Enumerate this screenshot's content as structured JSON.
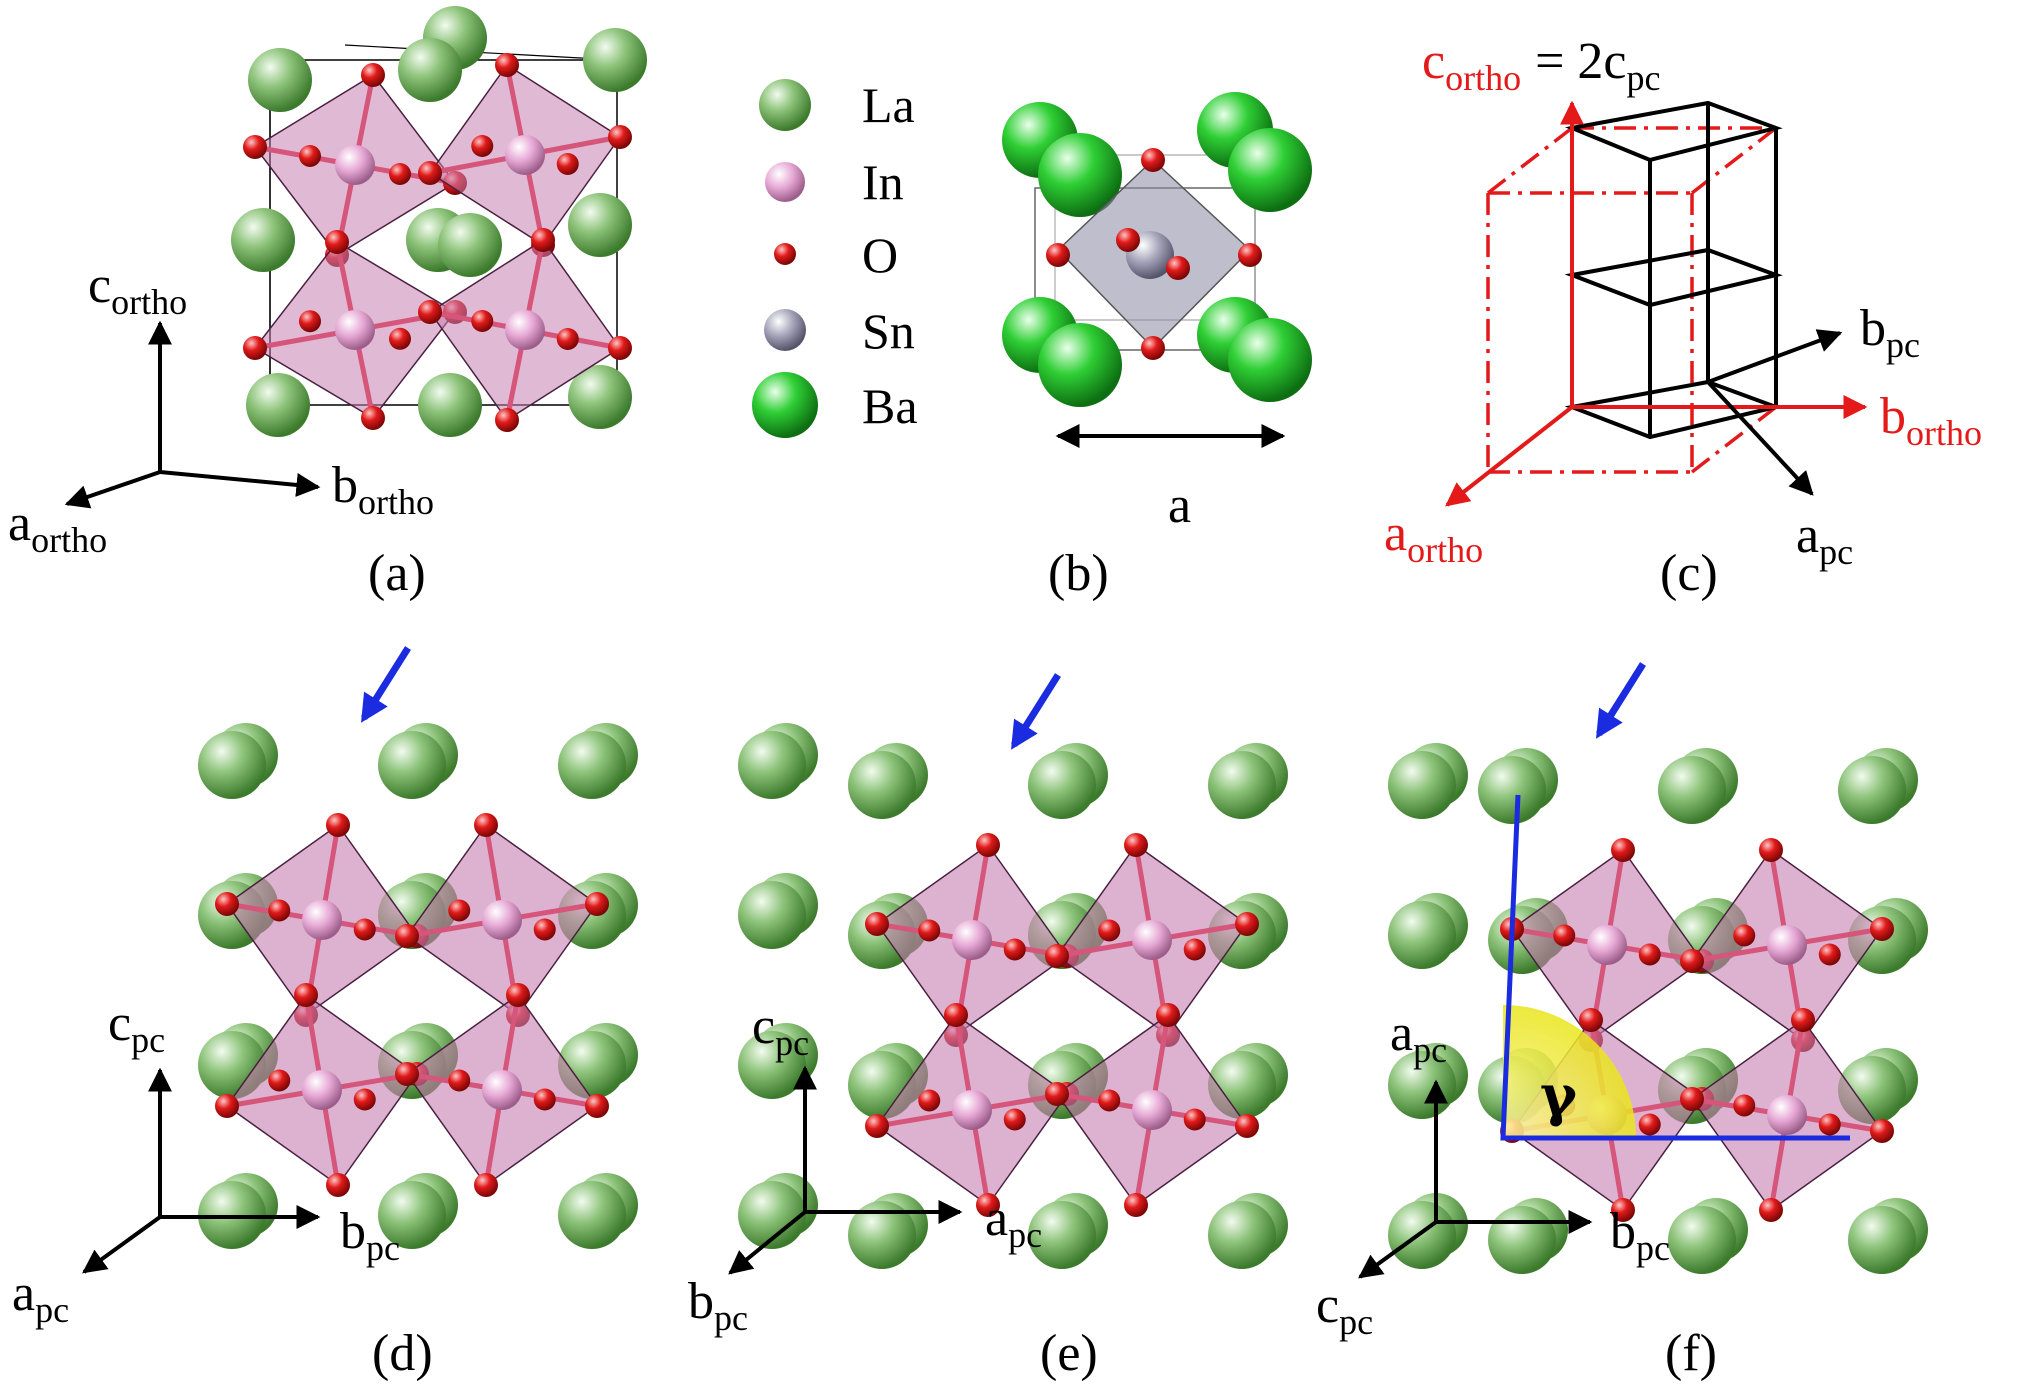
{
  "legend": [
    {
      "symbol": "La",
      "color": "#8dc37a"
    },
    {
      "symbol": "In",
      "color": "#e7a9d6"
    },
    {
      "symbol": "O",
      "color": "#e11a1a"
    },
    {
      "symbol": "Sn",
      "color": "#a4a3b9"
    },
    {
      "symbol": "Ba",
      "color": "#2fcf35"
    }
  ],
  "panels": {
    "a": {
      "caption": "(a)",
      "axes": {
        "up": [
          "c",
          "ortho"
        ],
        "right": [
          "b",
          "ortho"
        ],
        "diag": [
          "a",
          "ortho"
        ]
      }
    },
    "b": {
      "caption": "(b)",
      "lattice_label": "a"
    },
    "c": {
      "caption": "(c)",
      "top": [
        "c",
        "ortho",
        "= 2c",
        "pc"
      ],
      "b_pc": [
        "b",
        "pc"
      ],
      "b_ortho": [
        "b",
        "ortho"
      ],
      "a_ortho": [
        "a",
        "ortho"
      ],
      "a_pc": [
        "a",
        "pc"
      ]
    },
    "d": {
      "caption": "(d)",
      "axes": {
        "up": [
          "c",
          "pc"
        ],
        "right": [
          "b",
          "pc"
        ],
        "diag": [
          "a",
          "pc"
        ]
      }
    },
    "e": {
      "caption": "(e)",
      "axes": {
        "up": [
          "c",
          "pc"
        ],
        "right": [
          "a",
          "pc"
        ],
        "diag": [
          "b",
          "pc"
        ]
      }
    },
    "f": {
      "caption": "(f)",
      "angle": "γ",
      "axes": {
        "up": [
          "a",
          "pc"
        ],
        "right": [
          "b",
          "pc"
        ],
        "diag": [
          "c",
          "pc"
        ]
      }
    }
  },
  "colors": {
    "La": "#8dc37a",
    "In": "#e7a9d6",
    "O": "#e11a1a",
    "Sn": "#a4a3b9",
    "Ba": "#2fcf35",
    "octa": "#c77fb0",
    "ortho_red": "#e41a1a",
    "arrow_blue": "#1a2be0"
  }
}
